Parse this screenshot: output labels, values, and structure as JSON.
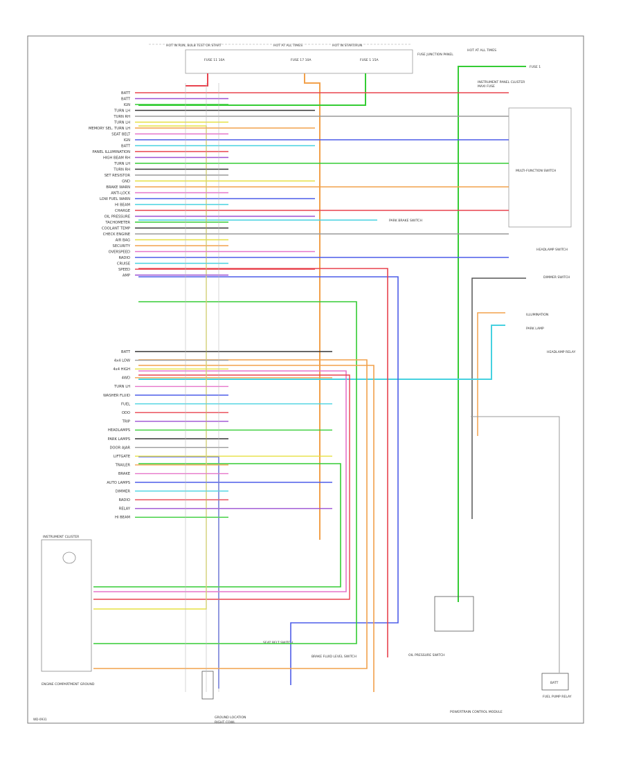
{
  "top": {
    "header_line": "HOT IN RUN, BULB TEST OR START",
    "header_line_2": "HOT AT ALL TIMES",
    "header_line_3": "HOT IN START/RUN",
    "fuse_left": "FUSE 11 10A",
    "fuse_mid": "FUSE 17 10A",
    "fuse_right": "FUSE 1 15A",
    "fuse_block": "FUSE JUNCTION PANEL",
    "right_top_note": "HOT AT ALL TIMES",
    "right_top_fuse": "FUSE 1",
    "right_fuse_label": "MAXI FUSE"
  },
  "labels": {
    "left_side": [
      "BATT",
      "BATT",
      "IGN",
      "TURN LH",
      "TURN RH",
      "TURN LH",
      "MEMORY SEL. TURN LH",
      "SEAT BELT",
      "IGN",
      "BATT",
      "PANEL ILLUMINATION",
      "HIGH BEAM RH",
      "TURN LH",
      "TURN RH",
      "SET RESISTOR",
      "GND",
      "BRAKE WARN",
      "ANTI-LOCK",
      "LOW FUEL WARN",
      "HI BEAM",
      "CHARGE",
      "OIL PRESSURE",
      "TACHOMETER",
      "COOLANT TEMP",
      "CHECK ENGINE",
      "AIR BAG",
      "SECURITY",
      "OVERSPEED",
      "RADIO",
      "CRUISE",
      "SPEED",
      "AMP"
    ],
    "left_side_2": [
      "BATT",
      "4x4 LOW",
      "4x4 HIGH",
      "4WD",
      "TURN LH",
      "WASHER FLUID",
      "FUEL",
      "ODO",
      "TRIP",
      "HEADLAMPS",
      "PARK LAMPS",
      "DOOR AJAR",
      "LIFTGATE",
      "TRAILER",
      "BRAKE",
      "AUTO LAMPS",
      "DIMMER",
      "RADIO",
      "RELAY",
      "HI BEAM"
    ],
    "right_module": "MULTI-FUNCTION SWITCH",
    "right_module_2": "INSTRUMENT PANEL CLUSTER",
    "right_switch": "HEADLAMP SWITCH",
    "right_switch_2": "DIMMER SWITCH",
    "right_park": "PARK BRAKE SWITCH",
    "right_illum": "ILLUMINATION",
    "right_park_lamp": "PARK LAMP",
    "right_relay": "HEADLAMP RELAY",
    "left_panel_title": "INSTRUMENT CLUSTER",
    "left_panel_bottom": "ENGINE COMPARTMENT GROUND"
  },
  "bottom": {
    "left_switch": "SEAT BELT SWITCH",
    "mid_switch": "BRAKE FLUID LEVEL SWITCH",
    "right_switch": "OIL PRESSURE SWITCH",
    "far_right_box": "BATT",
    "far_right_caption": "FUEL PUMP RELAY",
    "ground_label": "GROUND LOCATION",
    "ground_sub": "RIGHT COWL",
    "right_module": "POWERTRAIN CONTROL MODULE",
    "footer": "WD-0931"
  },
  "colors": {
    "red": "#e8424d",
    "green": "#33cc33",
    "orange": "#f2a04a",
    "purple": "#9a4ed2",
    "pink": "#e673c9",
    "yellow": "#e6e040",
    "blue": "#4c5ce8",
    "cyan": "#45d1e0",
    "black": "#333333",
    "gray": "#999999"
  }
}
